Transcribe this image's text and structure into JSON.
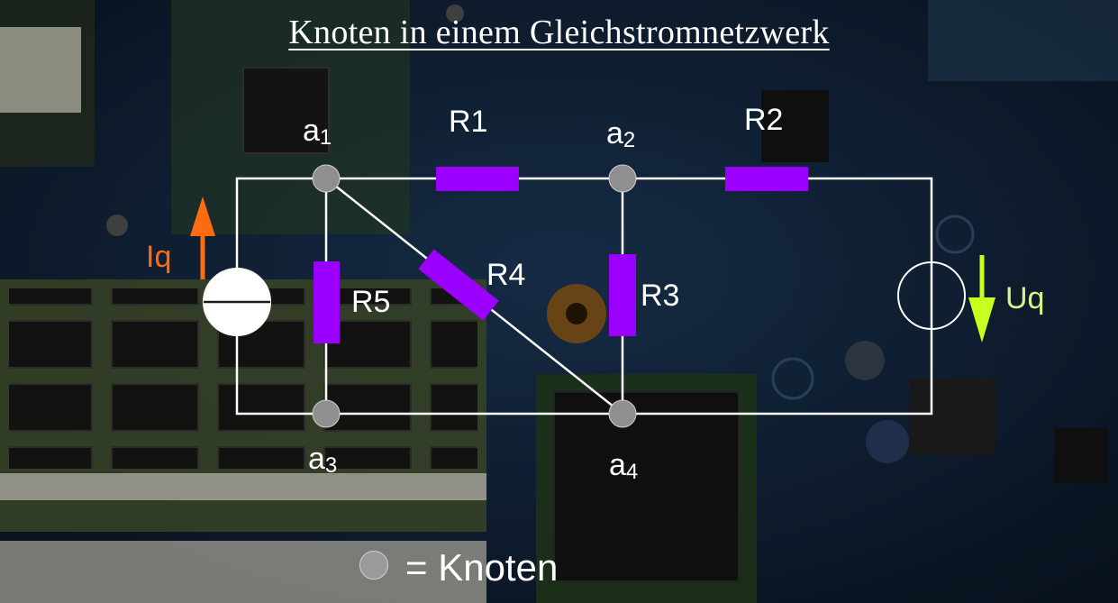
{
  "title": "Knoten in einem Gleichstromnetzwerk",
  "nodes": {
    "a1": {
      "letter": "a",
      "index": "1"
    },
    "a2": {
      "letter": "a",
      "index": "2"
    },
    "a3": {
      "letter": "a",
      "index": "3"
    },
    "a4": {
      "letter": "a",
      "index": "4"
    }
  },
  "resistors": {
    "r1": "R1",
    "r2": "R2",
    "r3": "R3",
    "r4": "R4",
    "r5": "R5"
  },
  "sources": {
    "current_label": "Iq",
    "voltage_label": "Uq"
  },
  "legend": {
    "text": "= Knoten"
  },
  "colors": {
    "resistor": "#9b00ff",
    "node": "#8f8f8f",
    "wire": "#ffffff",
    "current_arrow": "#ff6a13",
    "voltage_arrow": "#c8ff1e",
    "voltage_label": "#d6f58a",
    "board": "#1a3352",
    "ram": "#5a6b3a"
  }
}
